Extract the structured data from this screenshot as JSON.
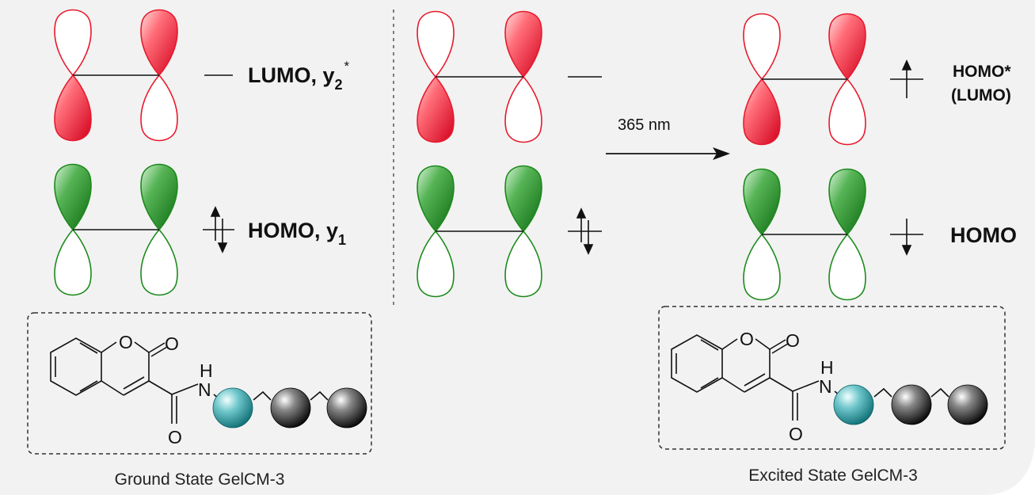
{
  "ground_state": {
    "lumo_label": "LUMO, y",
    "lumo_sub": "2",
    "lumo_sup": "*",
    "homo_label": "HOMO, y",
    "homo_sub": "1",
    "caption": "Ground State GelCM-3"
  },
  "excited_state": {
    "homo_star_label": "HOMO*",
    "lumo_paren_label": "(LUMO)",
    "homo_label": "HOMO",
    "caption": "Excited State GelCM-3"
  },
  "transition": {
    "wavelength": "365 nm"
  },
  "molecule_atoms": {
    "ring_oxygen": "O",
    "carbonyl_oxygen": "O",
    "amide_oxygen": "O",
    "amide_h": "H",
    "amide_n": "N"
  },
  "colors": {
    "lumo_lobe": "#e8192c",
    "homo_lobe": "#1b8a1b",
    "amino_acid_bead": "#3aa6ac",
    "polymer_bead": "#2a2a2a",
    "panel_bg": "#f2f2f2"
  }
}
